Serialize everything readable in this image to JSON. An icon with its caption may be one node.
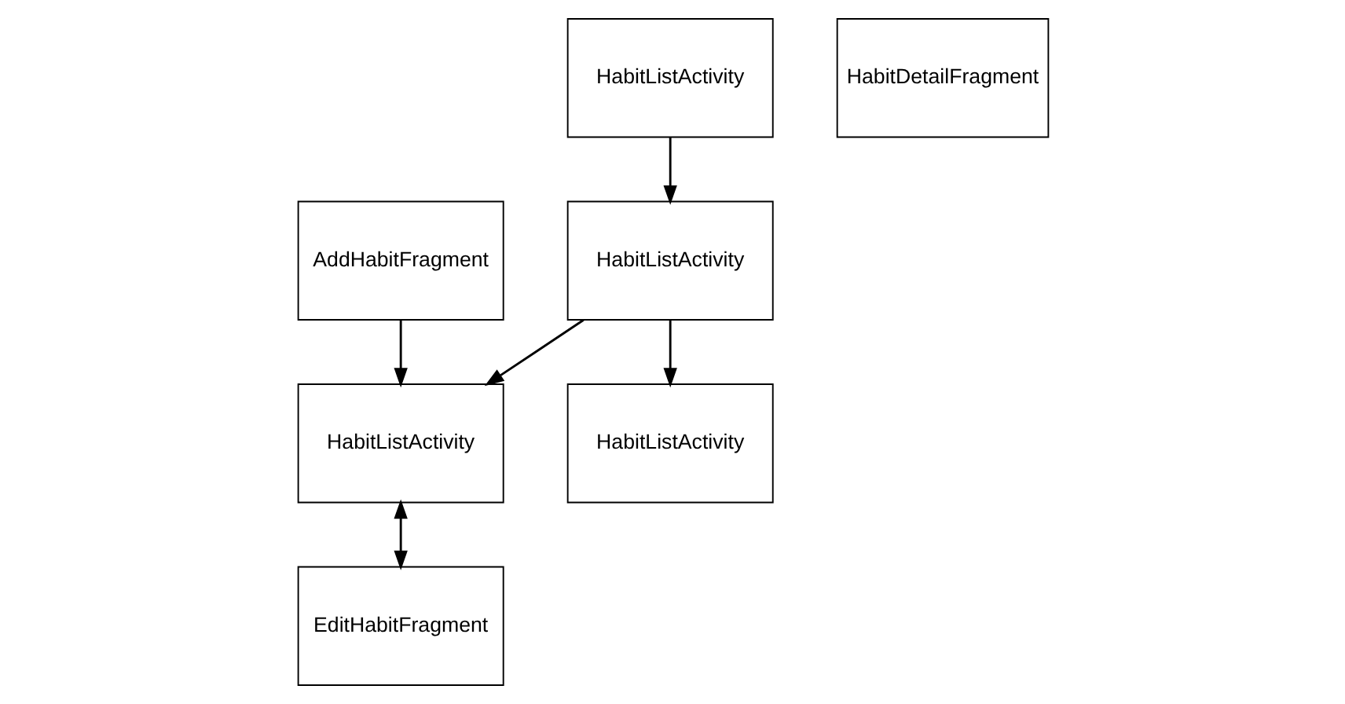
{
  "diagram": {
    "nodes": [
      {
        "text": [
          "HabitListActivity"
        ]
      },
      {
        "text": [
          "AddHabitFragment"
        ]
      },
      {
        "text": [
          "HabitListActivity"
        ]
      },
      {
        "text": [
          "HabitListActivity"
        ]
      },
      {
        "text": [
          "EditHabitFragment"
        ]
      },
      {
        "text": [
          "HabitListActivity"
        ]
      },
      {
        "text": [
          "HabitDetailFragment"
        ]
      }
    ],
    "edges": [
      {
        "from": 2,
        "to": 0,
        "arrow": "to"
      },
      {
        "from": 3,
        "to": 2,
        "arrow": "to"
      },
      {
        "from": 2,
        "to": 5,
        "arrow": "to"
      },
      {
        "from": 1,
        "to": 5,
        "arrow": "to"
      },
      {
        "from": 5,
        "to": 4,
        "arrow": "both"
      }
    ]
  }
}
